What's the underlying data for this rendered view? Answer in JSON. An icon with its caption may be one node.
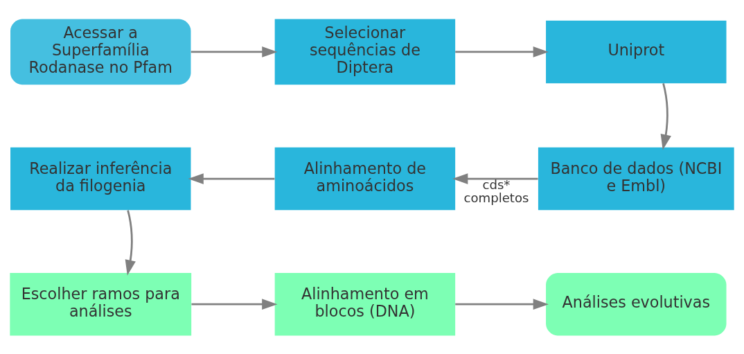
{
  "diagram": {
    "nodes": [
      {
        "text": [
          "Acessar a Superfamília Rodanase no Pfam"
        ]
      },
      {
        "text": [
          "Selecionar sequências de Diptera"
        ]
      },
      {
        "text": [
          "Uniprot"
        ]
      },
      {
        "text": [
          "Banco de dados (NCBI e Embl)"
        ]
      },
      {
        "text": [
          "Alinhamento de aminoácidos"
        ]
      },
      {
        "text": [
          "Realizar inferência da filogenia"
        ]
      },
      {
        "text": [
          "Escolher ramos para análises"
        ]
      },
      {
        "text": [
          "Alinhamento em blocos (DNA)"
        ]
      },
      {
        "text": [
          "Análises evolutivas"
        ]
      }
    ],
    "edges": [
      {
        "from": 0,
        "to": 1,
        "arrow": "to"
      },
      {
        "from": 1,
        "to": 2,
        "arrow": "to"
      },
      {
        "from": 2,
        "to": 3,
        "arrow": "to"
      },
      {
        "from": 3,
        "to": 4,
        "arrow": "to",
        "label": "cds* completos"
      },
      {
        "from": 4,
        "to": 5,
        "arrow": "to"
      },
      {
        "from": 5,
        "to": 6,
        "arrow": "to"
      },
      {
        "from": 6,
        "to": 7,
        "arrow": "to"
      },
      {
        "from": 7,
        "to": 8,
        "arrow": "to"
      }
    ]
  }
}
